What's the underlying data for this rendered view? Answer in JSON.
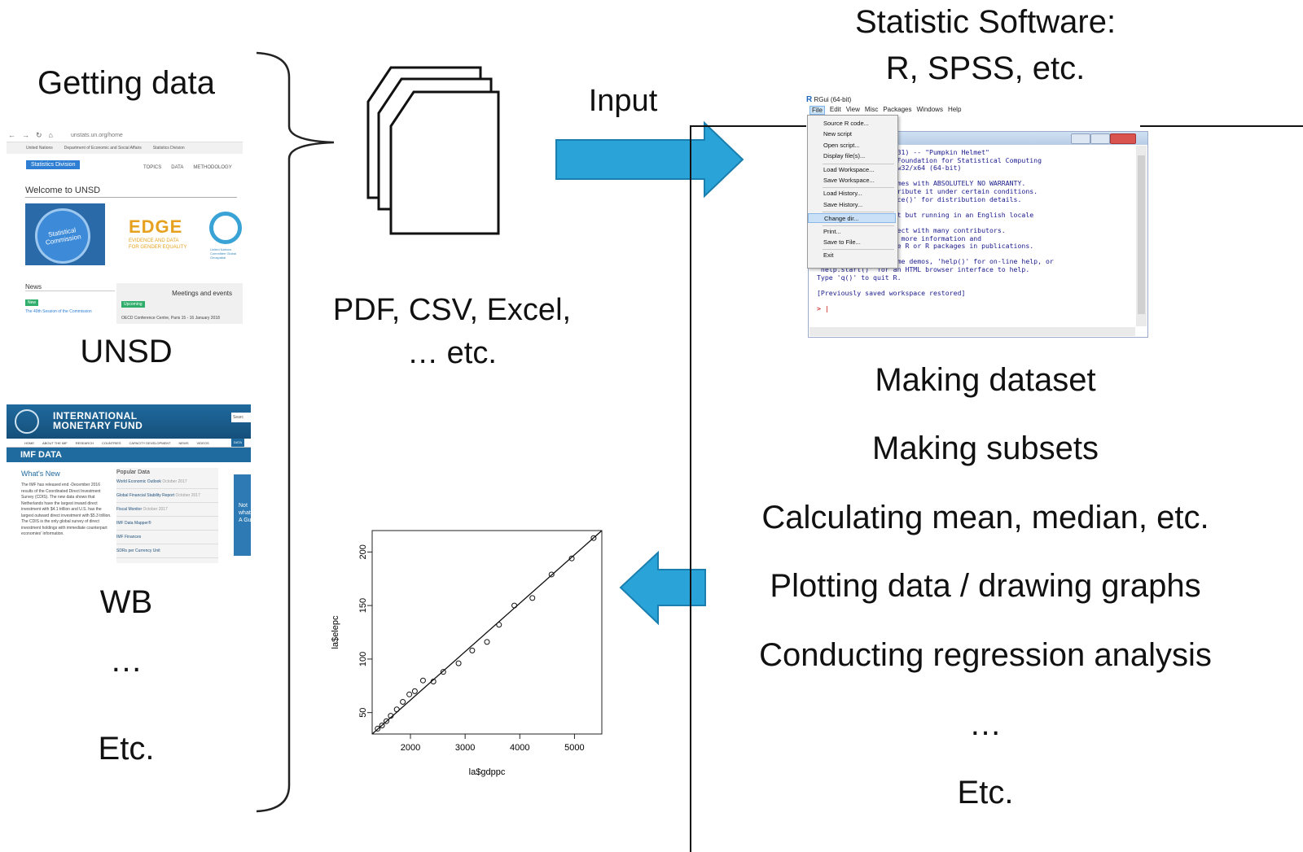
{
  "left": {
    "getting_data": "Getting data",
    "unsd_label": "UNSD",
    "wb_label": "WB",
    "ellipsis": "…",
    "etc": "Etc."
  },
  "unsd_site": {
    "url": "unstats.un.org/home",
    "breadcrumb": [
      "United Nations",
      "Department of Economic and Social Affairs",
      "Statistics Division"
    ],
    "brand": "Statistics Division",
    "menu": [
      "TOPICS",
      "DATA",
      "METHODOLOGY"
    ],
    "welcome": "Welcome to UNSD",
    "seal_text": "Statistical Commission",
    "edge_title": "EDGE",
    "edge_sub1": "EVIDENCE AND DATA",
    "edge_sub2": "FOR GENDER EQUALITY",
    "geo_caption": "United Nations Committee Global Geospatial",
    "news_title": "News",
    "new_badge": "New",
    "news_link": "The 49th Session of the Commission",
    "meetings_title": "Meetings and events",
    "upcoming_badge": "Upcoming",
    "venue": "OECD Conference Centre, Paris  15 - 16 January 2018"
  },
  "imf_site": {
    "name_line1": "INTERNATIONAL",
    "name_line2": "MONETARY FUND",
    "search": "Searc",
    "nav": [
      "HOME",
      "ABOUT THE IMF",
      "RESEARCH",
      "COUNTRIES",
      "CAPACITY DEVELOPMENT",
      "NEWS",
      "VIDEOS"
    ],
    "nav_active": "DATA",
    "band": "IMF DATA",
    "whats_new": "What's New",
    "whats_new_text": "The IMF has released end -December 2016 results of the Coordinated Direct Investment Survey (CDIS). The new data shows that Netherlands have the largest inward direct investment with $4.1 trillion and U.S. has the largest outward direct investment with $5.3 trillion. The CDIS is the only global survey of direct investment holdings with immediate counterpart economies' information.",
    "popular_data": "Popular Data",
    "popular_items": [
      {
        "label": "World Economic Outlook",
        "date": "October 2017"
      },
      {
        "label": "Global Financial Stability Report",
        "date": "October 2017"
      },
      {
        "label": "Fiscal Monitor",
        "date": "October 2017"
      },
      {
        "label": "IMF Data Mapper®",
        "date": ""
      },
      {
        "label": "IMF Finances",
        "date": ""
      },
      {
        "label": "SDRs per Currency Unit",
        "date": ""
      }
    ],
    "side_text": "Not what A Gu"
  },
  "middle": {
    "file_formats_line1": "PDF, CSV, Excel,",
    "file_formats_line2": "… etc.",
    "input_label": "Input"
  },
  "right": {
    "software_line1": "Statistic Software:",
    "software_line2": "R, SPSS, etc.",
    "tasks": [
      "Making dataset",
      "Making subsets",
      "Calculating mean, median, etc.",
      "Plotting data / drawing graphs",
      "Conducting regression analysis",
      "…",
      "Etc."
    ]
  },
  "rgui": {
    "title": "RGui (64-bit)",
    "menubar": [
      "File",
      "Edit",
      "View",
      "Misc",
      "Packages",
      "Windows",
      "Help"
    ],
    "file_menu": [
      "Source R code...",
      "New script",
      "Open script...",
      "Display file(s)...",
      "Load Workspace...",
      "Save Workspace...",
      "Load History...",
      "Save History...",
      "Change dir...",
      "Print...",
      "Save to File...",
      "Exit"
    ],
    "highlighted_item": "Change dir...",
    "console_lines": [
      "              14-10-31) -- \"Pumpkin Helmet\"",
      "              The R Foundation for Statistical Computing",
      "              4-mingw32/x64 (64-bit)",
      "",
      "              and comes with ABSOLUTELY NO WARRANTY.",
      "              redistribute it under certain conditions.",
      "              'licence()' for distribution details.",
      "",
      "              support but running in an English locale",
      "",
      "              e project with many contributors.",
      "              )' for more information and",
      "              to cite R or R packages in publications.",
      "",
      "Type 'demo()' for some demos, 'help()' for on-line help, or",
      "'help.start()' for an HTML browser interface to help.",
      "Type 'q()' to quit R.",
      "",
      "[Previously saved workspace restored]",
      ""
    ],
    "prompt": ">",
    "colors": {
      "prompt": "#c00000",
      "console_text": "#1a1a8c",
      "close_button": "#d9534f"
    }
  },
  "colors": {
    "arrow_fill": "#2aa4d8",
    "arrow_stroke": "#1a7fae"
  },
  "chart_data": {
    "type": "scatter",
    "xlabel": "la$gdppc",
    "ylabel": "la$elepc",
    "xticks": [
      2000,
      3000,
      4000,
      5000
    ],
    "yticks": [
      50,
      100,
      150,
      200
    ],
    "xlim": [
      1300,
      5500
    ],
    "ylim": [
      30,
      220
    ],
    "points": [
      {
        "x": 1400,
        "y": 35
      },
      {
        "x": 1480,
        "y": 38
      },
      {
        "x": 1560,
        "y": 42
      },
      {
        "x": 1640,
        "y": 47
      },
      {
        "x": 1750,
        "y": 53
      },
      {
        "x": 1860,
        "y": 60
      },
      {
        "x": 1980,
        "y": 67
      },
      {
        "x": 2080,
        "y": 70
      },
      {
        "x": 2230,
        "y": 80
      },
      {
        "x": 2420,
        "y": 79
      },
      {
        "x": 2600,
        "y": 88
      },
      {
        "x": 2880,
        "y": 96
      },
      {
        "x": 3130,
        "y": 108
      },
      {
        "x": 3400,
        "y": 116
      },
      {
        "x": 3620,
        "y": 132
      },
      {
        "x": 3900,
        "y": 150
      },
      {
        "x": 4230,
        "y": 157
      },
      {
        "x": 4580,
        "y": 179
      },
      {
        "x": 4950,
        "y": 194
      },
      {
        "x": 5350,
        "y": 213
      }
    ],
    "fit_line": {
      "x": [
        1300,
        5500
      ],
      "y": [
        30,
        220
      ]
    }
  }
}
